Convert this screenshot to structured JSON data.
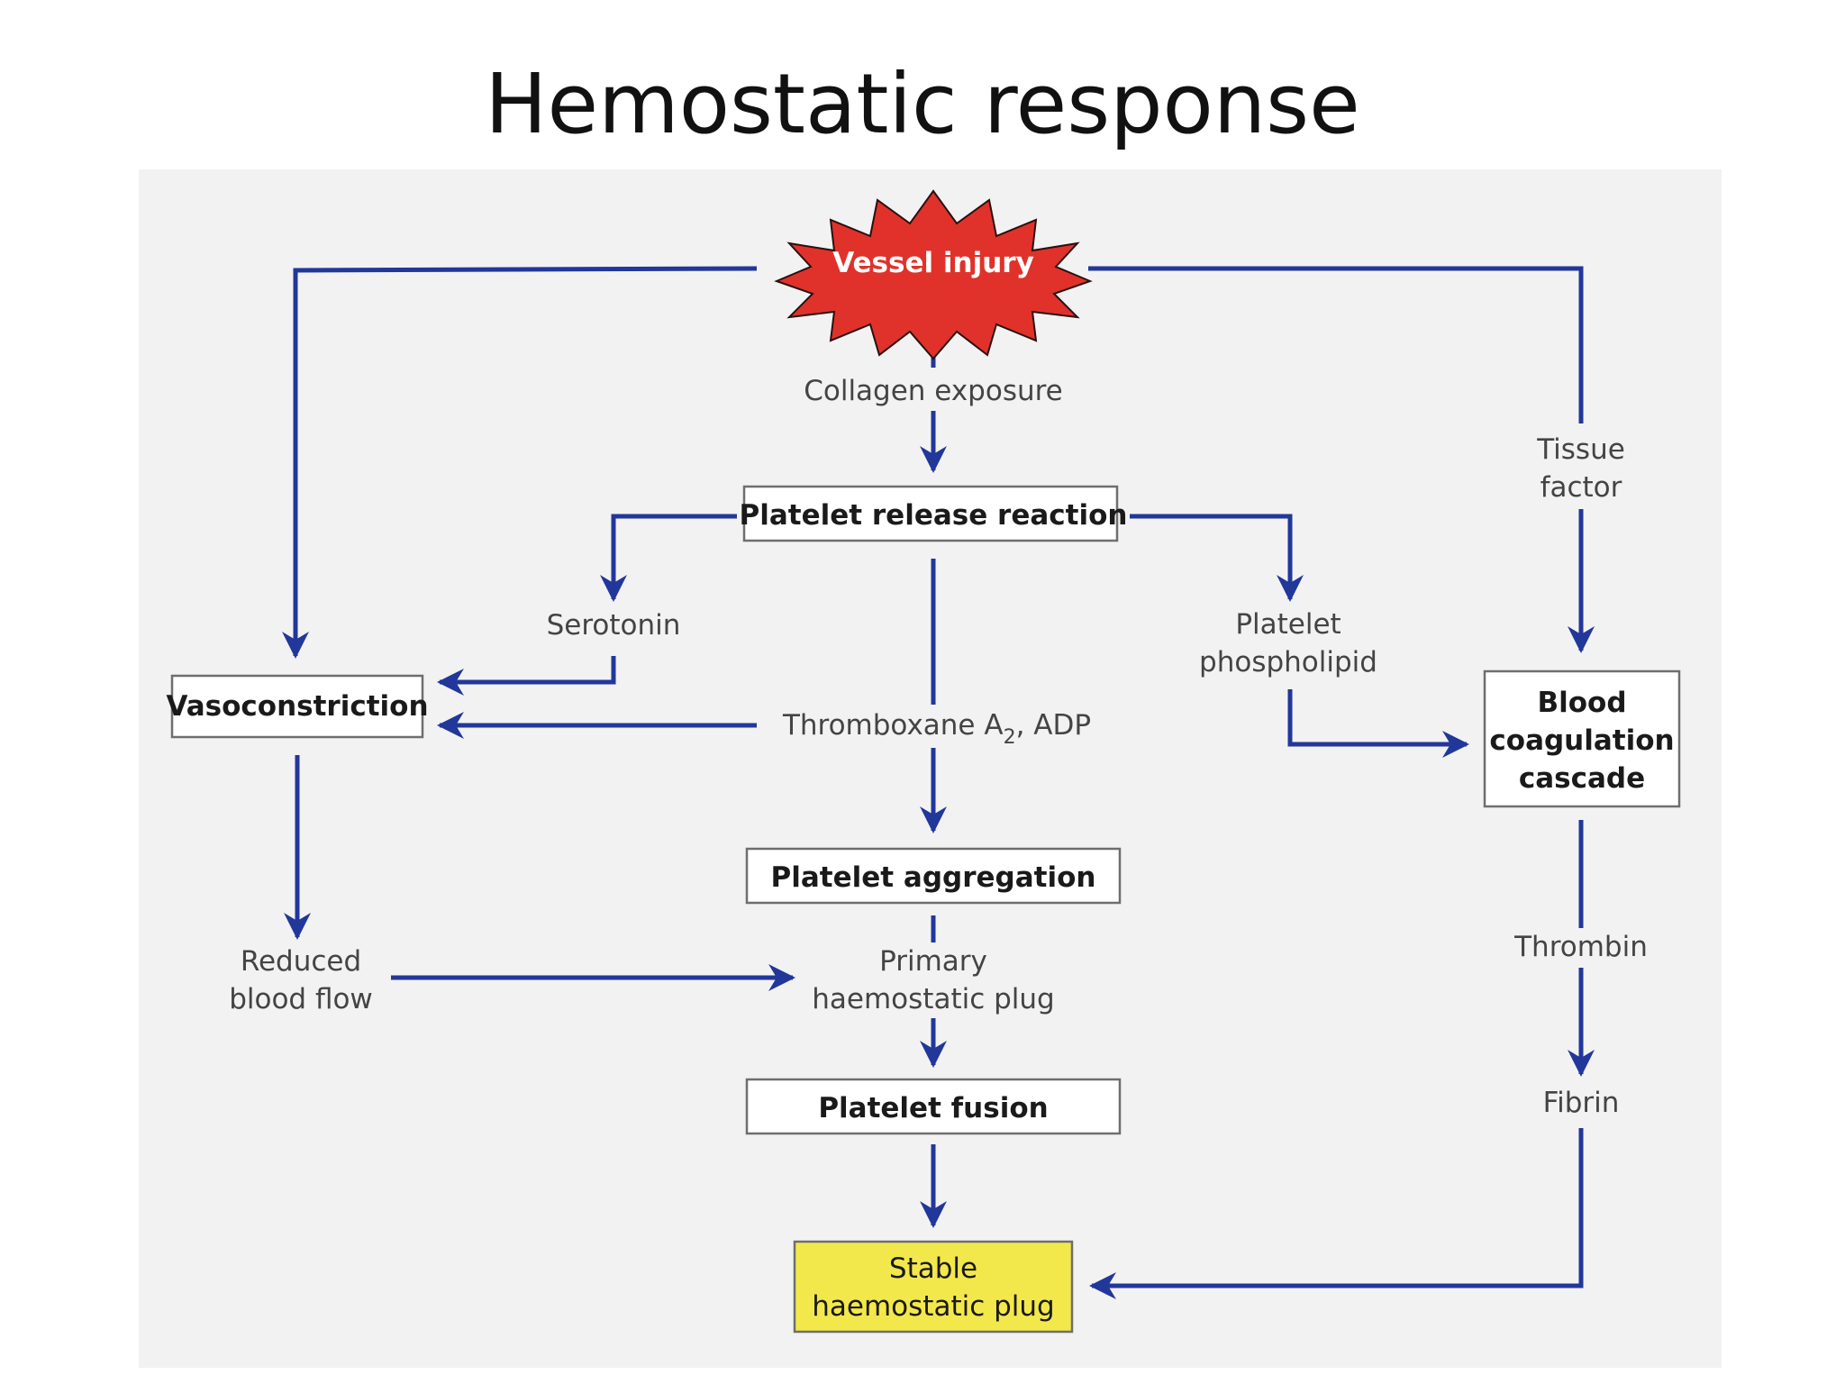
{
  "title": "Hemostatic response",
  "nodes": {
    "vessel_injury": "Vessel injury",
    "collagen_exposure": "Collagen exposure",
    "platelet_release_reaction": "Platelet release reaction",
    "serotonin": "Serotonin",
    "platelet_phospholipid": [
      "Platelet",
      "phospholipid"
    ],
    "tissue_factor": [
      "Tissue",
      "factor"
    ],
    "vasoconstriction": "Vasoconstriction",
    "thromboxane": {
      "main": "Thromboxane A",
      "sub": "2",
      "rest": ", ADP"
    },
    "blood_coagulation_cascade": [
      "Blood",
      "coagulation",
      "cascade"
    ],
    "platelet_aggregation": "Platelet aggregation",
    "reduced_blood_flow": [
      "Reduced",
      "blood flow"
    ],
    "primary_plug": [
      "Primary",
      "haemostatic plug"
    ],
    "thrombin": "Thrombin",
    "platelet_fusion": "Platelet fusion",
    "fibrin": "Fibrin",
    "stable_plug": [
      "Stable",
      "haemostatic plug"
    ]
  },
  "colors": {
    "arrow": "#22379a",
    "injury_fill": "#e0322a",
    "stable_plug_fill": "#f3e84b",
    "panel_bg": "#f2f2f2"
  }
}
